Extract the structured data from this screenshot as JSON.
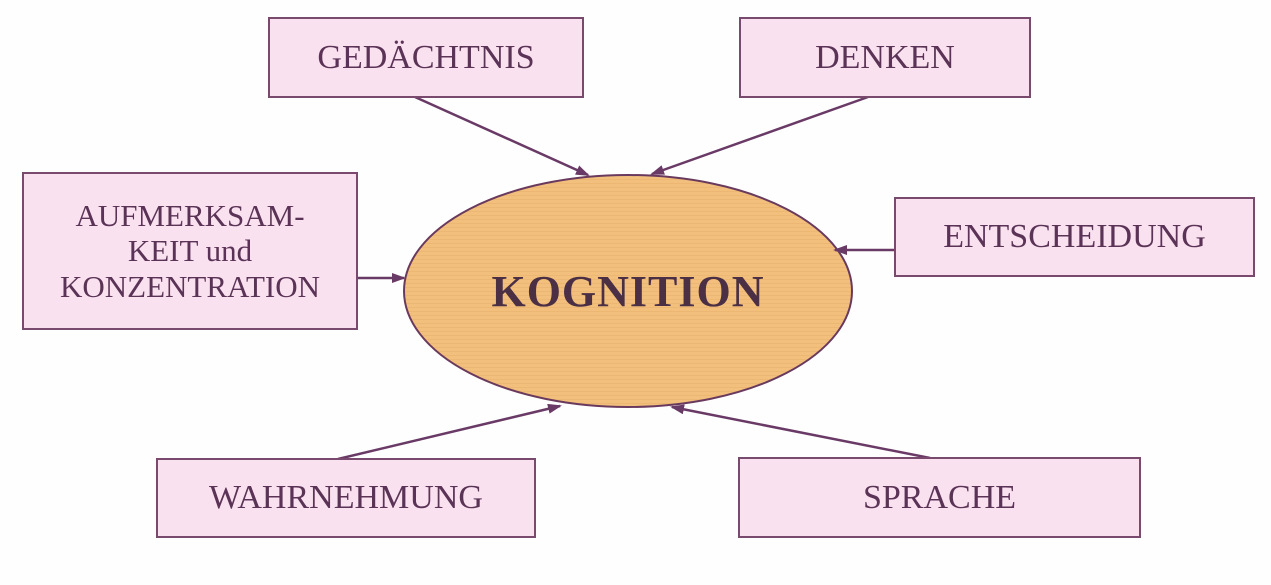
{
  "diagram": {
    "center": {
      "label": "KOGNITION",
      "fill": "#f2c07c",
      "stroke": "#6a3a5e"
    },
    "nodes": {
      "gedaechtnis": {
        "label": "GEDÄCHTNIS"
      },
      "denken": {
        "label": "DENKEN"
      },
      "aufmerksamkeit": {
        "line1": "AUFMERKSAM-",
        "line2": "KEIT und",
        "line3": "KONZENTRATION"
      },
      "entscheidung": {
        "label": "ENTSCHEIDUNG"
      },
      "wahrnehmung": {
        "label": "WAHRNEHMUNG"
      },
      "sprache": {
        "label": "SPRACHE"
      }
    },
    "colors": {
      "box_fill": "#f9e1ef",
      "box_border": "#7a4a6e",
      "arrow": "#6a3a66",
      "text": "#5a3356"
    }
  }
}
